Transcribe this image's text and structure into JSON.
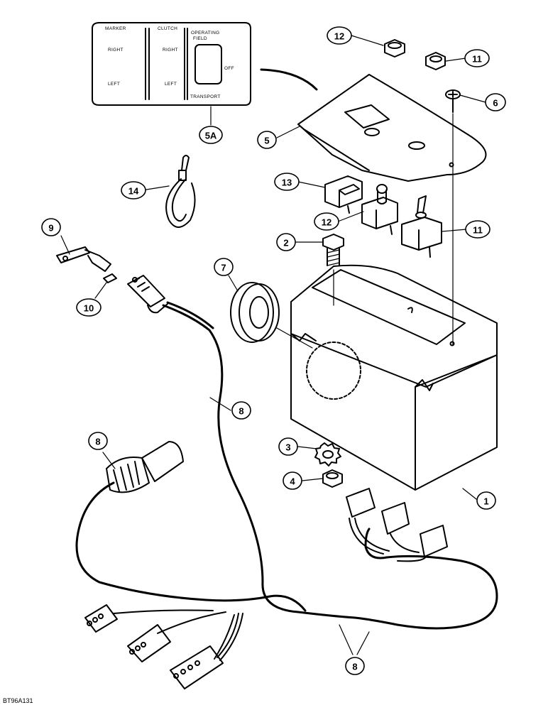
{
  "figure_id": "BT96A131",
  "decal": {
    "marker": "MARKER",
    "clutch": "CLUTCH",
    "operating_field_1": "OPERATING",
    "operating_field_2": "FIELD",
    "right_1": "RIGHT",
    "right_2": "RIGHT",
    "left_1": "LEFT",
    "left_2": "LEFT",
    "off": "OFF",
    "transport": "TRANSPORT"
  },
  "callouts": [
    {
      "id": "c12a",
      "label": "12"
    },
    {
      "id": "c11a",
      "label": "11"
    },
    {
      "id": "c6",
      "label": "6"
    },
    {
      "id": "c5",
      "label": "5"
    },
    {
      "id": "c5a",
      "label": "5A"
    },
    {
      "id": "c14",
      "label": "14"
    },
    {
      "id": "c13",
      "label": "13"
    },
    {
      "id": "c12b",
      "label": "12"
    },
    {
      "id": "c11b",
      "label": "11"
    },
    {
      "id": "c9",
      "label": "9"
    },
    {
      "id": "c2",
      "label": "2"
    },
    {
      "id": "c7",
      "label": "7"
    },
    {
      "id": "c10",
      "label": "10"
    },
    {
      "id": "c8a",
      "label": "8"
    },
    {
      "id": "c8b",
      "label": "8"
    },
    {
      "id": "c3",
      "label": "3"
    },
    {
      "id": "c4",
      "label": "4"
    },
    {
      "id": "c1",
      "label": "1"
    },
    {
      "id": "c8c",
      "label": "8"
    }
  ]
}
